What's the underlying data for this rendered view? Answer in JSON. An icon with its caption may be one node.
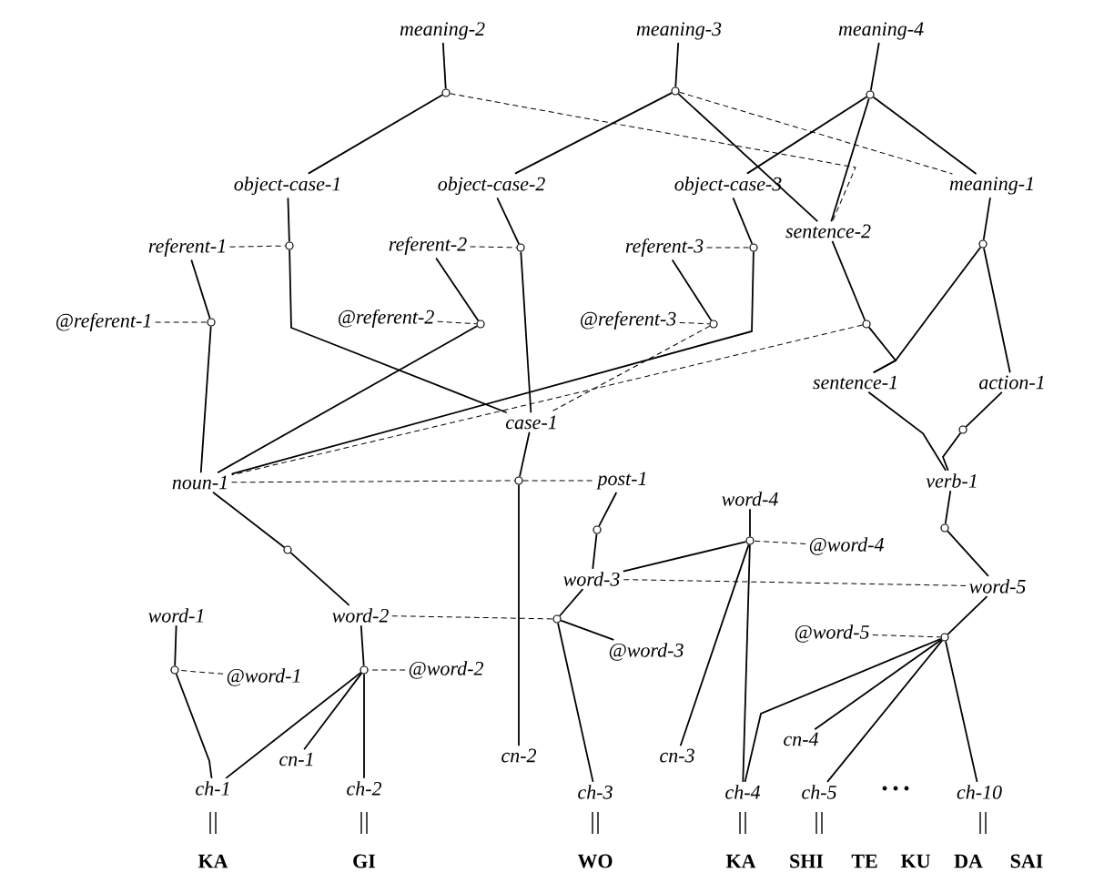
{
  "diagram": {
    "nodes": [
      {
        "text": [
          "meaning-2"
        ]
      },
      {
        "text": [
          "meaning-3"
        ]
      },
      {
        "text": [
          "meaning-4"
        ]
      },
      {
        "text": [
          "object-case-1"
        ]
      },
      {
        "text": [
          "object-case-2"
        ]
      },
      {
        "text": [
          "object-case-3"
        ]
      },
      {
        "text": [
          "meaning-1"
        ]
      },
      {
        "text": [
          "referent-1"
        ]
      },
      {
        "text": [
          "referent-2"
        ]
      },
      {
        "text": [
          "referent-3"
        ]
      },
      {
        "text": [
          "sentence-2"
        ]
      },
      {
        "text": [
          "@referent-1"
        ]
      },
      {
        "text": [
          "@referent-2"
        ]
      },
      {
        "text": [
          "@referent-3"
        ]
      },
      {
        "text": [
          "case-1"
        ]
      },
      {
        "text": [
          "sentence-1"
        ]
      },
      {
        "text": [
          "action-1"
        ]
      },
      {
        "text": [
          "noun-1"
        ]
      },
      {
        "text": [
          "post-1"
        ]
      },
      {
        "text": [
          "verb-1"
        ]
      },
      {
        "text": [
          "word-4"
        ]
      },
      {
        "text": [
          "@word-4"
        ]
      },
      {
        "text": [
          "word-3"
        ]
      },
      {
        "text": [
          "word-5"
        ]
      },
      {
        "text": [
          "word-1"
        ]
      },
      {
        "text": [
          "word-2"
        ]
      },
      {
        "text": [
          "@word-1"
        ]
      },
      {
        "text": [
          "@word-2"
        ]
      },
      {
        "text": [
          "@word-3"
        ]
      },
      {
        "text": [
          "@word-5"
        ]
      },
      {
        "text": [
          "cn-1"
        ]
      },
      {
        "text": [
          "cn-2"
        ]
      },
      {
        "text": [
          "cn-3"
        ]
      },
      {
        "text": [
          "cn-4"
        ]
      },
      {
        "text": [
          "ch-1"
        ]
      },
      {
        "text": [
          "ch-2"
        ]
      },
      {
        "text": [
          "ch-3"
        ]
      },
      {
        "text": [
          "ch-4"
        ]
      },
      {
        "text": [
          "ch-5"
        ]
      },
      {
        "text": [
          "ch-10"
        ]
      },
      {
        "text": [
          "KA"
        ]
      },
      {
        "text": [
          "GI"
        ]
      },
      {
        "text": [
          "WO"
        ]
      },
      {
        "text": [
          "KA"
        ]
      },
      {
        "text": [
          "SHI"
        ]
      },
      {
        "text": [
          "TE"
        ]
      },
      {
        "text": [
          "KU"
        ]
      },
      {
        "text": [
          "DA"
        ]
      },
      {
        "text": [
          "SAI"
        ]
      },
      {
        "text": [],
        "shape": "circle"
      },
      {
        "text": [],
        "shape": "circle"
      },
      {
        "text": [],
        "shape": "circle"
      },
      {
        "text": [],
        "shape": "circle"
      },
      {
        "text": [],
        "shape": "circle"
      },
      {
        "text": [],
        "shape": "circle"
      },
      {
        "text": [],
        "shape": "circle"
      },
      {
        "text": [],
        "shape": "circle"
      },
      {
        "text": [],
        "shape": "circle"
      },
      {
        "text": [],
        "shape": "circle"
      },
      {
        "text": [],
        "shape": "circle"
      },
      {
        "text": [],
        "shape": "circle"
      },
      {
        "text": [],
        "shape": "circle"
      },
      {
        "text": [],
        "shape": "circle"
      },
      {
        "text": [],
        "shape": "circle"
      },
      {
        "text": [],
        "shape": "circle"
      },
      {
        "text": [],
        "shape": "circle"
      },
      {
        "text": [],
        "shape": "circle"
      },
      {
        "text": [],
        "shape": "circle"
      },
      {
        "text": [],
        "shape": "circle"
      },
      {
        "text": [],
        "shape": "circle"
      }
    ],
    "edges": [
      {
        "from": 0,
        "to": 49,
        "arrow": "none"
      },
      {
        "from": 49,
        "to": 3,
        "arrow": "none"
      },
      {
        "from": 49,
        "to": 10,
        "arrow": "none",
        "style": "dashed"
      },
      {
        "from": 1,
        "to": 50,
        "arrow": "none"
      },
      {
        "from": 50,
        "to": 4,
        "arrow": "none"
      },
      {
        "from": 50,
        "to": 10,
        "arrow": "none"
      },
      {
        "from": 50,
        "to": 6,
        "arrow": "none",
        "style": "dashed"
      },
      {
        "from": 2,
        "to": 51,
        "arrow": "none"
      },
      {
        "from": 51,
        "to": 5,
        "arrow": "none"
      },
      {
        "from": 51,
        "to": 10,
        "arrow": "none"
      },
      {
        "from": 51,
        "to": 6,
        "arrow": "none"
      },
      {
        "from": 3,
        "to": 52,
        "arrow": "none"
      },
      {
        "from": 7,
        "to": 52,
        "arrow": "none",
        "style": "dashed"
      },
      {
        "from": 52,
        "to": 14,
        "arrow": "none"
      },
      {
        "from": 4,
        "to": 53,
        "arrow": "none"
      },
      {
        "from": 8,
        "to": 53,
        "arrow": "none",
        "style": "dashed"
      },
      {
        "from": 53,
        "to": 14,
        "arrow": "none"
      },
      {
        "from": 5,
        "to": 54,
        "arrow": "none"
      },
      {
        "from": 9,
        "to": 54,
        "arrow": "none",
        "style": "dashed"
      },
      {
        "from": 54,
        "to": 17,
        "arrow": "none"
      },
      {
        "from": 7,
        "to": 55,
        "arrow": "none"
      },
      {
        "from": 11,
        "to": 55,
        "arrow": "none",
        "style": "dashed"
      },
      {
        "from": 55,
        "to": 17,
        "arrow": "none"
      },
      {
        "from": 8,
        "to": 56,
        "arrow": "none"
      },
      {
        "from": 12,
        "to": 56,
        "arrow": "none",
        "style": "dashed"
      },
      {
        "from": 56,
        "to": 17,
        "arrow": "none"
      },
      {
        "from": 9,
        "to": 57,
        "arrow": "none"
      },
      {
        "from": 13,
        "to": 57,
        "arrow": "none",
        "style": "dashed"
      },
      {
        "from": 57,
        "to": 14,
        "arrow": "none",
        "style": "dashed"
      },
      {
        "from": 10,
        "to": 58,
        "arrow": "none"
      },
      {
        "from": 58,
        "to": 15,
        "arrow": "none"
      },
      {
        "from": 15,
        "to": 59,
        "arrow": "none"
      },
      {
        "from": 6,
        "to": 59,
        "arrow": "none"
      },
      {
        "from": 59,
        "to": 16,
        "arrow": "none"
      },
      {
        "from": 58,
        "to": 17,
        "arrow": "none",
        "style": "dashed"
      },
      {
        "from": 15,
        "to": 19,
        "arrow": "none"
      },
      {
        "from": 16,
        "to": 60,
        "arrow": "none"
      },
      {
        "from": 60,
        "to": 19,
        "arrow": "none"
      },
      {
        "from": 14,
        "to": 61,
        "arrow": "none"
      },
      {
        "from": 61,
        "to": 31,
        "arrow": "none"
      },
      {
        "from": 17,
        "to": 61,
        "arrow": "none",
        "style": "dashed"
      },
      {
        "from": 61,
        "to": 18,
        "arrow": "none",
        "style": "dashed"
      },
      {
        "from": 17,
        "to": 62,
        "arrow": "none"
      },
      {
        "from": 62,
        "to": 25,
        "arrow": "none"
      },
      {
        "from": 18,
        "to": 63,
        "arrow": "none"
      },
      {
        "from": 63,
        "to": 22,
        "arrow": "none"
      },
      {
        "from": 22,
        "to": 64,
        "arrow": "none"
      },
      {
        "from": 64,
        "to": 28,
        "arrow": "none"
      },
      {
        "from": 64,
        "to": 36,
        "arrow": "none"
      },
      {
        "from": 25,
        "to": 64,
        "arrow": "none",
        "style": "dashed"
      },
      {
        "from": 20,
        "to": 65,
        "arrow": "none"
      },
      {
        "from": 21,
        "to": 65,
        "arrow": "none",
        "style": "dashed"
      },
      {
        "from": 65,
        "to": 22,
        "arrow": "none"
      },
      {
        "from": 65,
        "to": 32,
        "arrow": "none"
      },
      {
        "from": 65,
        "to": 37,
        "arrow": "none"
      },
      {
        "from": 23,
        "to": 22,
        "arrow": "none",
        "style": "dashed"
      },
      {
        "from": 19,
        "to": 66,
        "arrow": "none"
      },
      {
        "from": 66,
        "to": 23,
        "arrow": "none"
      },
      {
        "from": 23,
        "to": 67,
        "arrow": "none"
      },
      {
        "from": 29,
        "to": 67,
        "arrow": "none",
        "style": "dashed"
      },
      {
        "from": 67,
        "to": 37,
        "arrow": "none"
      },
      {
        "from": 67,
        "to": 33,
        "arrow": "none"
      },
      {
        "from": 67,
        "to": 38,
        "arrow": "none"
      },
      {
        "from": 67,
        "to": 39,
        "arrow": "none"
      },
      {
        "from": 24,
        "to": 68,
        "arrow": "none"
      },
      {
        "from": 26,
        "to": 68,
        "arrow": "none",
        "style": "dashed"
      },
      {
        "from": 68,
        "to": 34,
        "arrow": "none"
      },
      {
        "from": 25,
        "to": 69,
        "arrow": "none"
      },
      {
        "from": 27,
        "to": 69,
        "arrow": "none",
        "style": "dashed"
      },
      {
        "from": 69,
        "to": 34,
        "arrow": "none"
      },
      {
        "from": 69,
        "to": 30,
        "arrow": "none"
      },
      {
        "from": 69,
        "to": 35,
        "arrow": "none"
      }
    ]
  }
}
